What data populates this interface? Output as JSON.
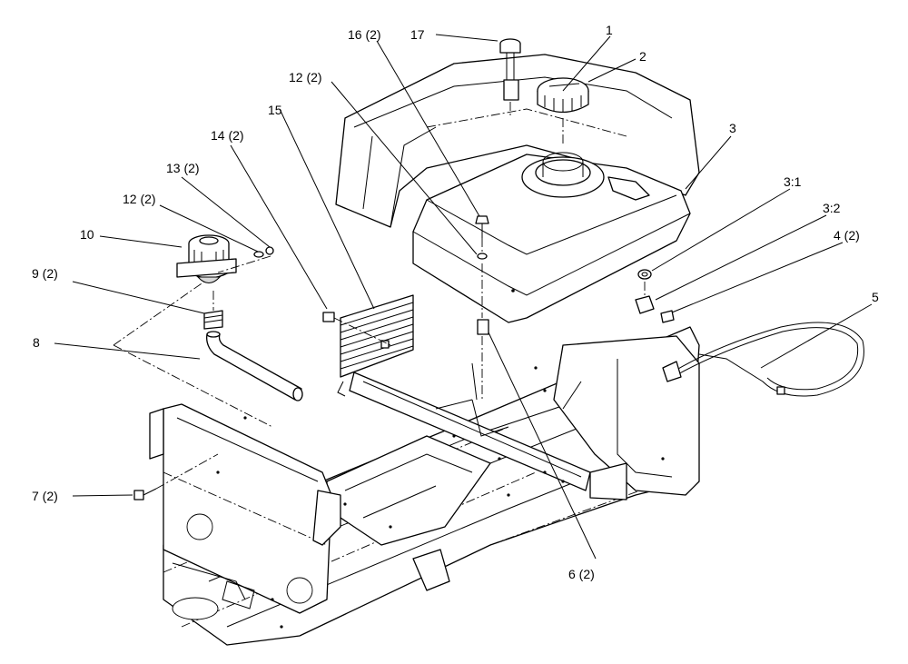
{
  "callouts": [
    {
      "id": "c17",
      "label": "17"
    },
    {
      "id": "c16",
      "label": "16 (2)"
    },
    {
      "id": "c1",
      "label": "1"
    },
    {
      "id": "c2",
      "label": "2"
    },
    {
      "id": "c12a",
      "label": "12 (2)"
    },
    {
      "id": "c3",
      "label": "3"
    },
    {
      "id": "c15",
      "label": "15"
    },
    {
      "id": "c14",
      "label": "14 (2)"
    },
    {
      "id": "c3_1",
      "label": "3:1"
    },
    {
      "id": "c13",
      "label": "13 (2)"
    },
    {
      "id": "c3_2",
      "label": "3:2"
    },
    {
      "id": "c12b",
      "label": "12 (2)"
    },
    {
      "id": "c4",
      "label": "4 (2)"
    },
    {
      "id": "c10",
      "label": "10"
    },
    {
      "id": "c9",
      "label": "9 (2)"
    },
    {
      "id": "c5",
      "label": "5"
    },
    {
      "id": "c8",
      "label": "8"
    },
    {
      "id": "c7",
      "label": "7 (2)"
    },
    {
      "id": "c6",
      "label": "6 (2)"
    }
  ]
}
